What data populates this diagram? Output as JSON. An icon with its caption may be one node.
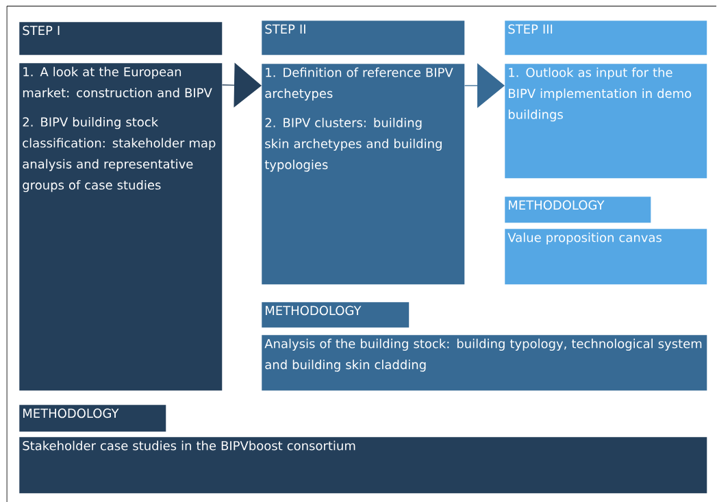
{
  "diagram": {
    "nodes": [
      {
        "text": [
          "STEP I"
        ]
      },
      {
        "text": [
          "1. A look at the European market: construction and BIPV",
          "2. BIPV building stock classification: stakeholder map analysis and representative groups of case studies"
        ]
      },
      {
        "text": [
          "STEP II"
        ]
      },
      {
        "text": [
          "1. Definition of reference BIPV archetypes",
          "2. BIPV clusters: building skin archetypes and building typologies"
        ]
      },
      {
        "text": [
          "STEP III"
        ]
      },
      {
        "text": [
          "1. Outlook as input for the BIPV implementation in demo buildings"
        ]
      },
      {
        "text": [
          "METHODOLOGY"
        ]
      },
      {
        "text": [
          "Value proposition canvas"
        ]
      },
      {
        "text": [
          "METHODOLOGY"
        ]
      },
      {
        "text": [
          "Analysis of the building stock: building typology, technological system and building skin cladding"
        ]
      },
      {
        "text": [
          "METHODOLOGY"
        ]
      },
      {
        "text": [
          "Stakeholder case studies in the BIPVboost consortium"
        ]
      }
    ],
    "edges": [
      {
        "from": 1,
        "to": 3,
        "arrow": "to"
      },
      {
        "from": 3,
        "to": 5,
        "arrow": "to"
      }
    ]
  }
}
